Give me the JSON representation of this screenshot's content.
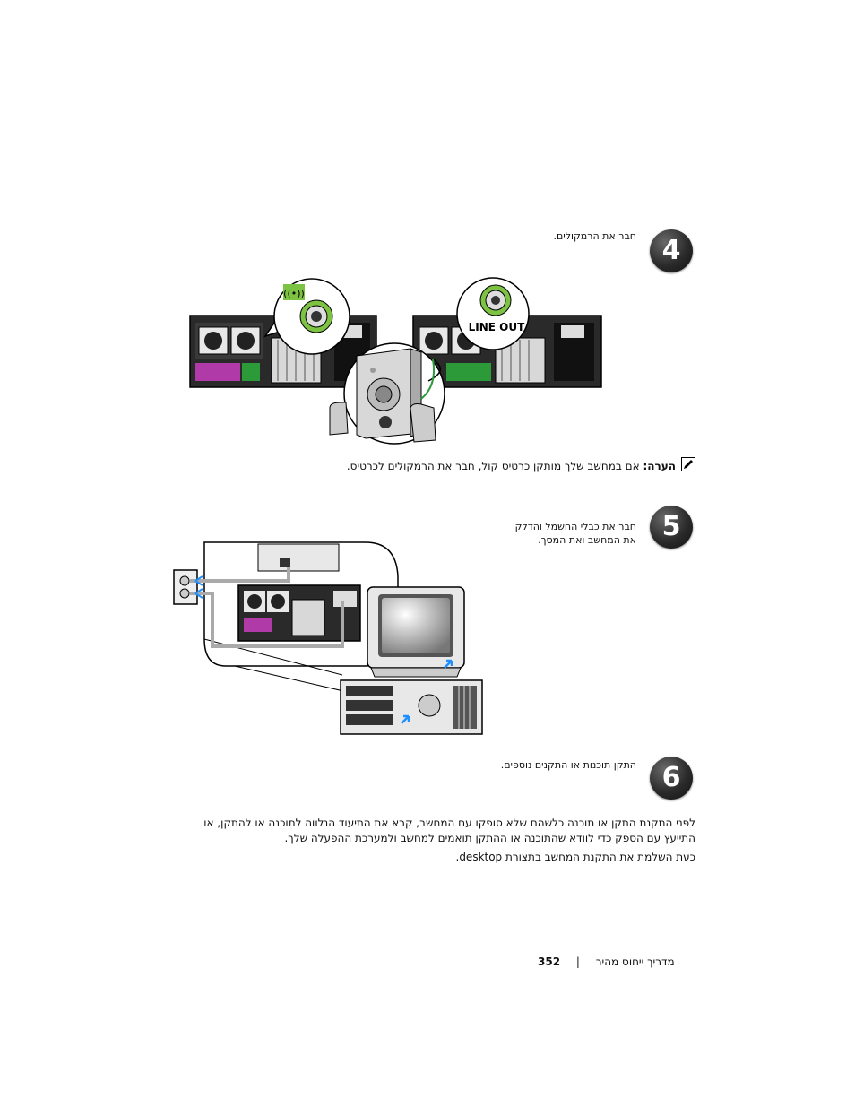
{
  "steps": [
    {
      "number": "4",
      "text": "חבר את הרמקולים."
    },
    {
      "number": "5",
      "line1": "חבר את כבלי החשמל והדלק",
      "line2": "את המחשב ואת המסך."
    },
    {
      "number": "6",
      "text": "התקן תוכנות או התקנים נוספים."
    }
  ],
  "figure1": {
    "callout_label": "LINE OUT"
  },
  "note": {
    "label": "הערה:",
    "text": "אם במחשב שלך מותקן כרטיס קול, חבר את הרמקולים לכרטיס."
  },
  "paragraphs": [
    {
      "line1": "לפני התקנת התקן או תוכנה כלשהם שלא סופקו עם המחשב, קרא את התיעוד הנלווה לתוכנה או להתקן, או",
      "line2": "התייעץ עם הספק כדי לוודא שהתוכנה או ההתקן תואמים למחשב ולמערכת ההפעלה שלך."
    },
    {
      "text": "כעת השלמת את התקנת המחשב בתצורת desktop."
    }
  ],
  "footer": {
    "page_number": "352",
    "separator": "|",
    "title": "מדריך ייחוס מהיר"
  }
}
